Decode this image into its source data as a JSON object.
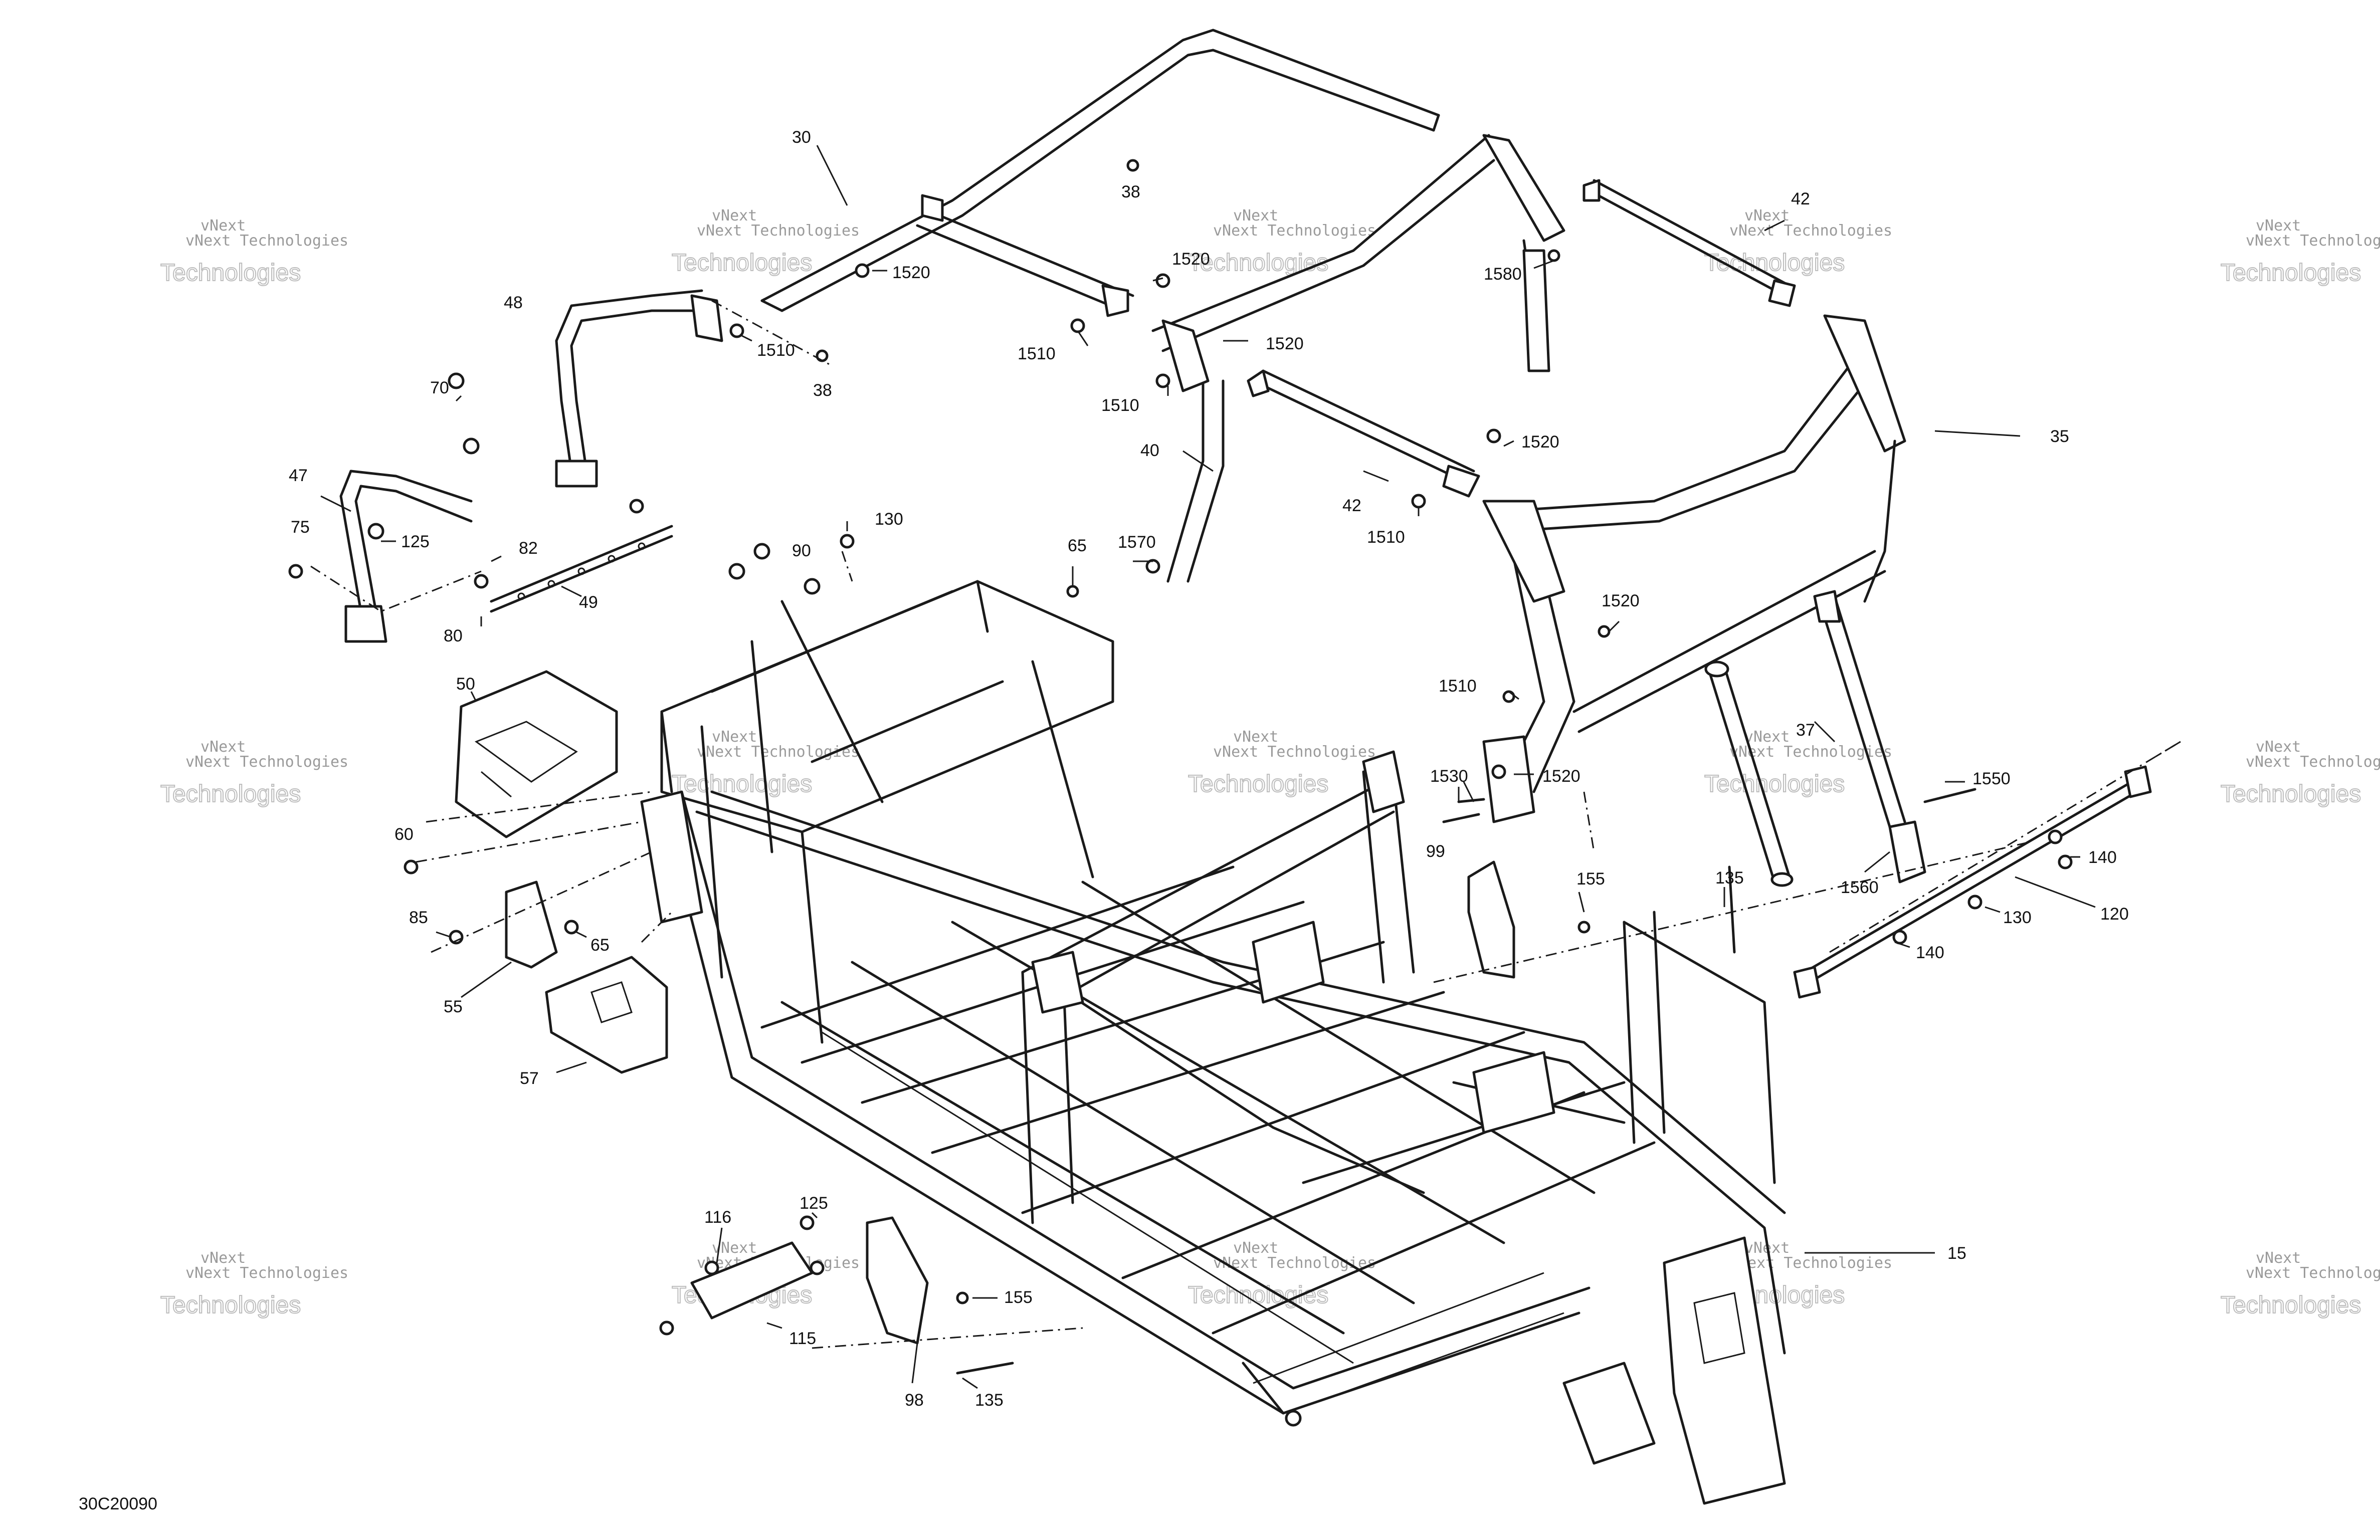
{
  "diagram_code": "30C20090",
  "watermark": {
    "line1": "vNext",
    "line2": "vNext Technologies",
    "line3": "Technologies"
  },
  "callouts": [
    "30",
    "38",
    "1520",
    "1510",
    "38",
    "48",
    "1520",
    "1510",
    "1520",
    "1510",
    "40",
    "1580",
    "42",
    "35",
    "1520",
    "42",
    "1510",
    "1570",
    "70",
    "47",
    "125",
    "75",
    "82",
    "49",
    "80",
    "90",
    "130",
    "65",
    "1520",
    "1510",
    "50",
    "60",
    "85",
    "65",
    "55",
    "57",
    "1530",
    "1520",
    "99",
    "37",
    "1550",
    "155",
    "135",
    "1560",
    "140",
    "130",
    "120",
    "140",
    "116",
    "125",
    "115",
    "155",
    "98",
    "135",
    "15"
  ]
}
